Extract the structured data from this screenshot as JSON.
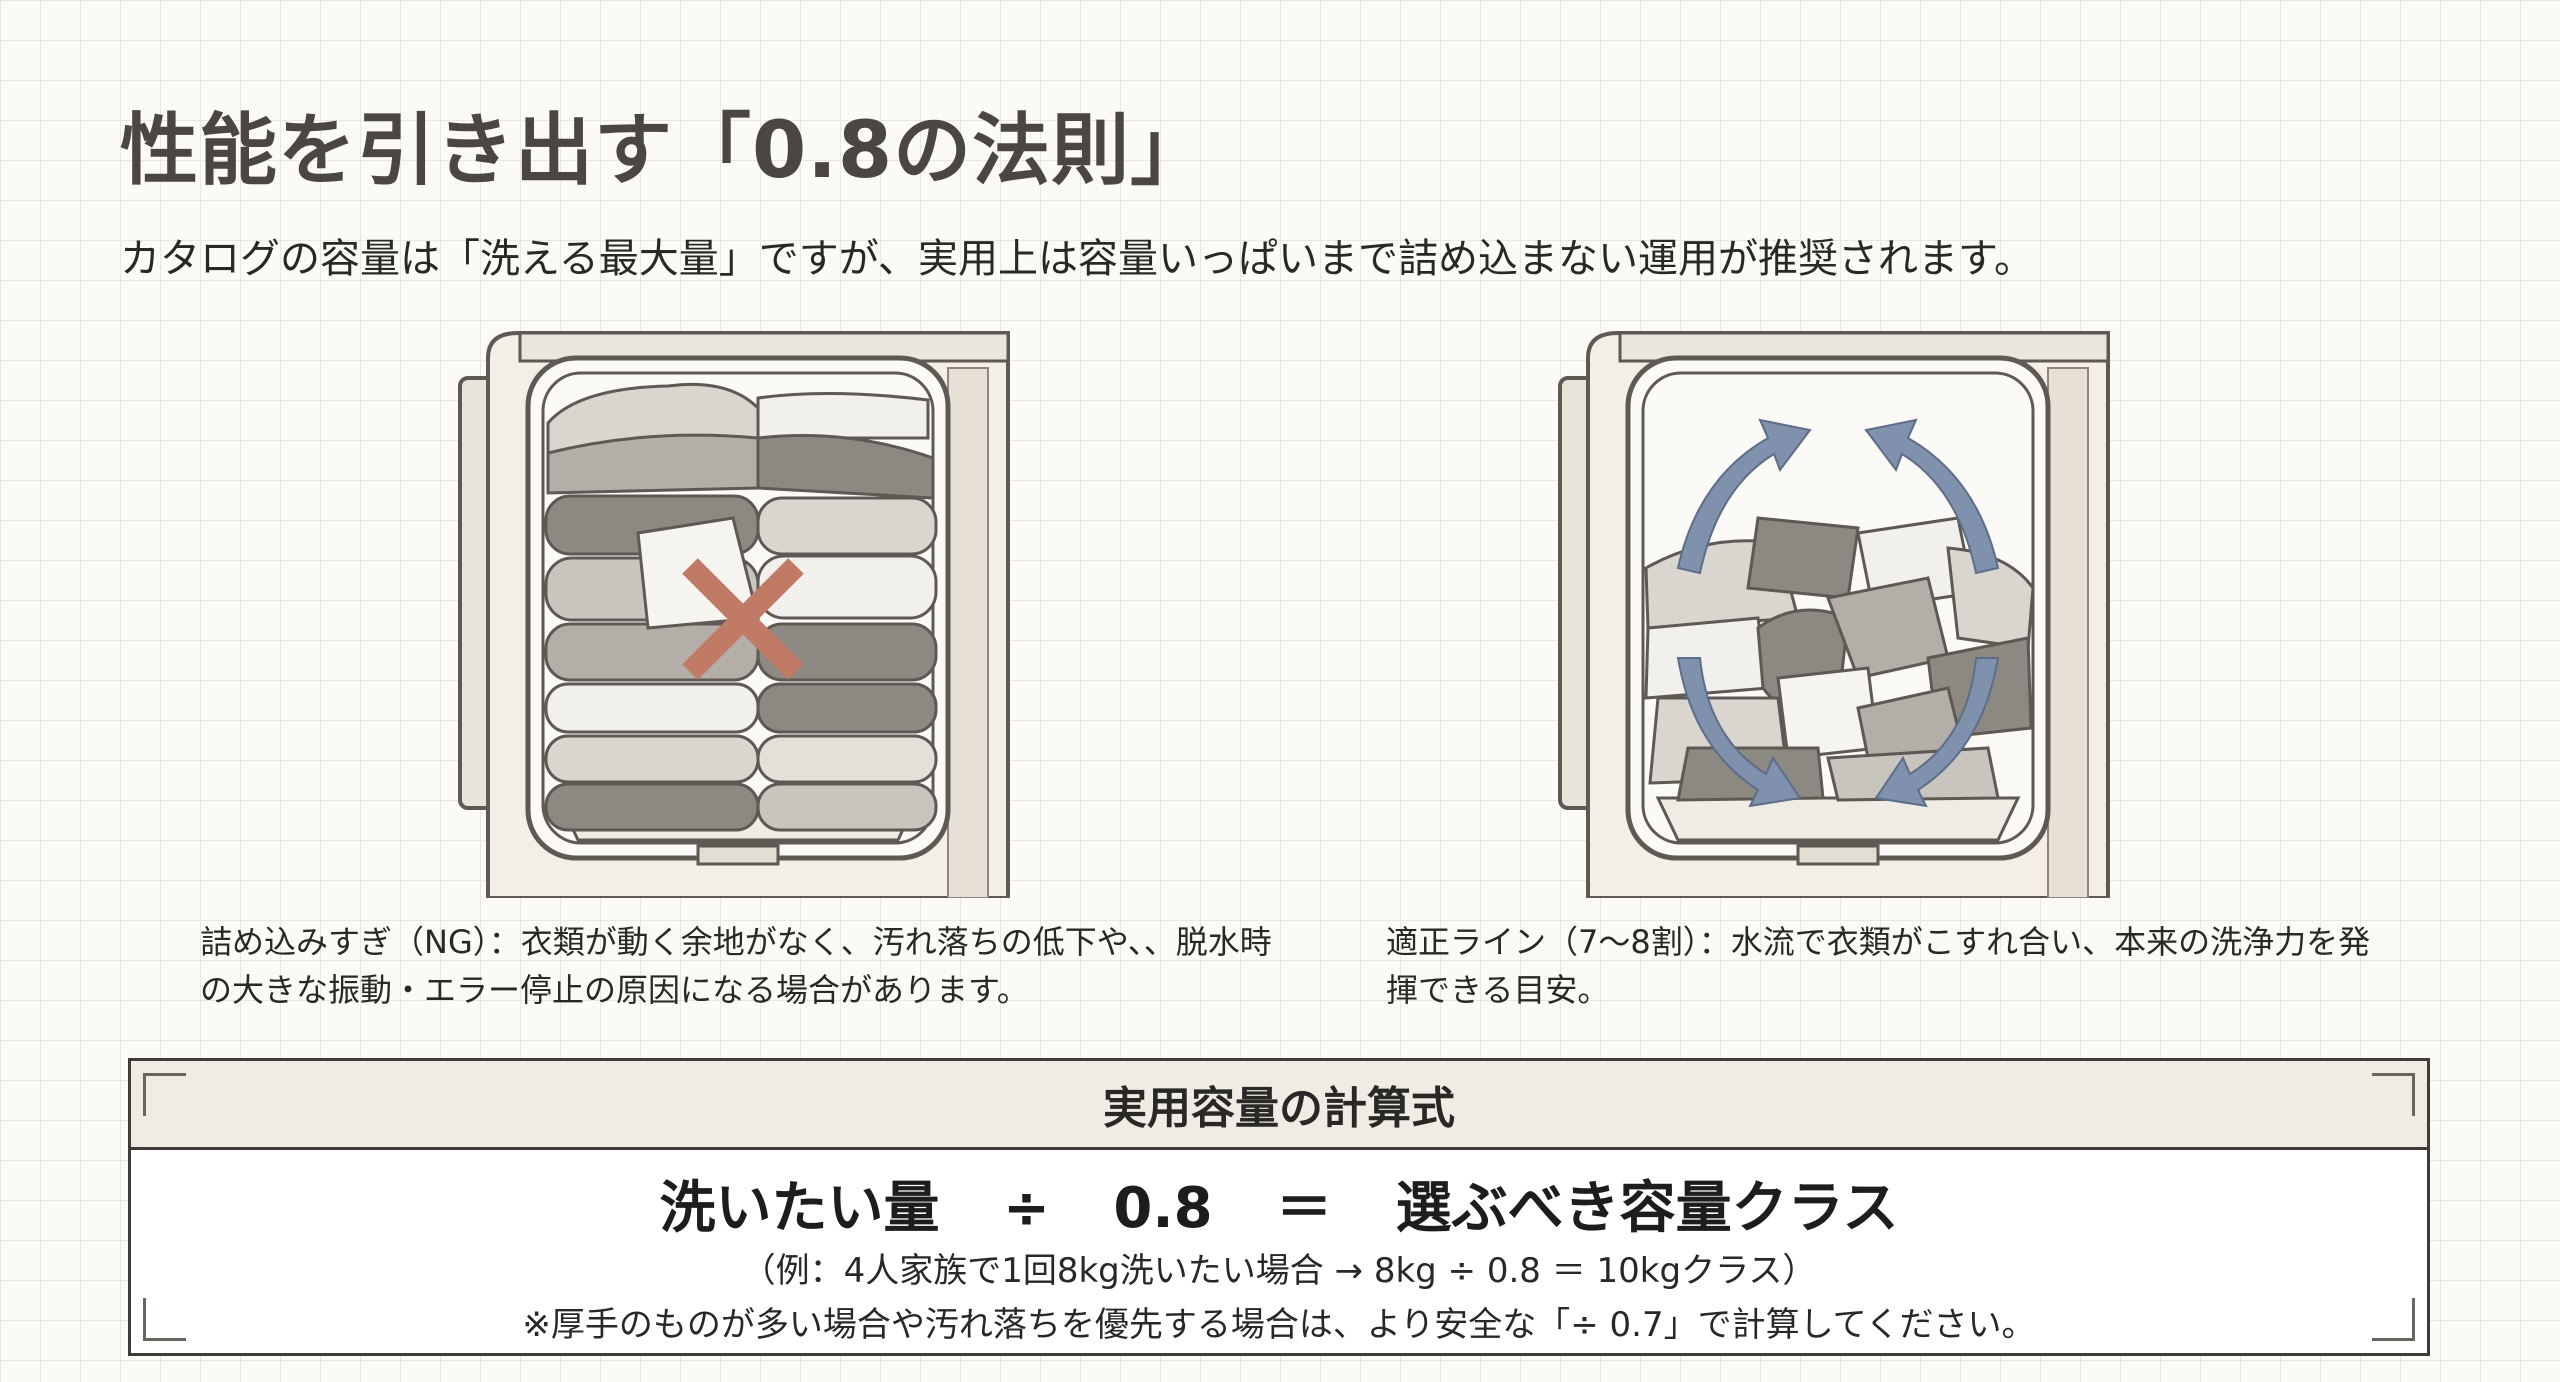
{
  "title": "性能を引き出す「0.8の法則」",
  "lead": "カタログの容量は「洗える最大量」ですが、実用上は容量いっぱいまで詰め込まない運用が推奨されます。",
  "illustrations": {
    "ng": {
      "caption": "詰め込みすぎ（NG）：衣類が動く余地がなく、汚れ落ちの低下や、、脱水時の大きな振動・エラー停止の原因になる場合があります。",
      "mark_icon": "cross-mark-icon",
      "mark_color": "#c07a66"
    },
    "ok": {
      "caption": "適正ライン（7〜8割）：水流で衣類がこすれ合い、本来の洗浄力を発揮できる目安。",
      "arrow_icon": "circular-arrow-icon",
      "arrow_color": "#7f91ad"
    }
  },
  "formula": {
    "heading": "実用容量の計算式",
    "lhs": "洗いたい量",
    "op_divide": "÷",
    "divisor": "0.8",
    "op_equals": "＝",
    "rhs": "選ぶべき容量クラス",
    "example": "（例：4人家族で1回8kg洗いたい場合 → 8kg ÷ 0.8 ＝ 10kgクラス）",
    "note": "※厚手のものが多い場合や汚れ落ちを優先する場合は、より安全な「÷ 0.7」で計算してください。"
  },
  "colors": {
    "machine_body": "#f3efe7",
    "machine_outline": "#5e5952",
    "clothes_dark": "#8c8882",
    "clothes_mid": "#b3afa8",
    "clothes_light": "#d9d6d0"
  }
}
